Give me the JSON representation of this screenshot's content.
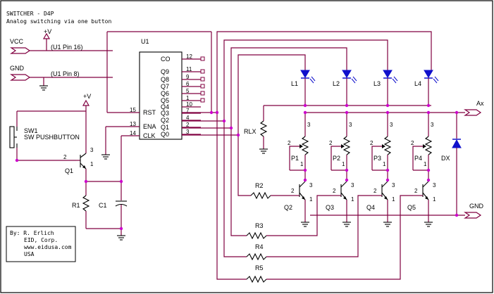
{
  "title": "SWITCHER - D4P",
  "subtitle": "Analog switching via one button",
  "supply": {
    "vcc_label": "VCC",
    "vcc_note": "(U1 Pin 16)",
    "gnd_label": "GND",
    "gnd_note": "(U1 Pin 8)",
    "vplus": "+V"
  },
  "u1": {
    "name": "U1",
    "outputs": [
      "CO",
      "Q9",
      "Q8",
      "Q7",
      "Q6",
      "Q5",
      "Q4",
      "Q3",
      "Q2",
      "Q1",
      "Q0"
    ],
    "output_pins": [
      "12",
      "11",
      "9",
      "6",
      "5",
      "1",
      "10",
      "7",
      "4",
      "2",
      "3"
    ],
    "inputs": [
      "RST",
      "ENA",
      "CLK"
    ],
    "input_pins": [
      "15",
      "13",
      "14"
    ]
  },
  "switch": {
    "name": "SW1",
    "desc": "SW PUSHBUTTON"
  },
  "q1": {
    "name": "Q1",
    "pin_b": "2",
    "pin_c": "3",
    "pin_e": "1"
  },
  "r1": "R1",
  "c1": "C1",
  "rlx": "RLX",
  "leds": [
    "L1",
    "L2",
    "L3",
    "L4"
  ],
  "pots": [
    {
      "name": "P1",
      "pin_top": "3",
      "pin_wiper": "2",
      "pin_bottom": "1"
    },
    {
      "name": "P2",
      "pin_top": "3",
      "pin_wiper": "2",
      "pin_bottom": "1"
    },
    {
      "name": "P3",
      "pin_top": "3",
      "pin_wiper": "2",
      "pin_bottom": "1"
    },
    {
      "name": "P4",
      "pin_top": "3",
      "pin_wiper": "2",
      "pin_bottom": "1"
    }
  ],
  "transistors": [
    {
      "name": "Q2",
      "pin_b": "2",
      "pin_c": "3",
      "pin_e": "1"
    },
    {
      "name": "Q3",
      "pin_b": "2",
      "pin_c": "3",
      "pin_e": "1"
    },
    {
      "name": "Q4",
      "pin_b": "2",
      "pin_c": "3",
      "pin_e": "1"
    },
    {
      "name": "Q5",
      "pin_b": "2",
      "pin_c": "3",
      "pin_e": "1"
    }
  ],
  "resistors": [
    "R2",
    "R3",
    "R4",
    "R5"
  ],
  "diode": "DX",
  "out_ax": "Ax",
  "out_gnd": "GND",
  "credits": {
    "line1": "By: R. Erlich",
    "line2": "EID, Corp.",
    "line3": "www.eidusa.com",
    "line4": "USA"
  }
}
